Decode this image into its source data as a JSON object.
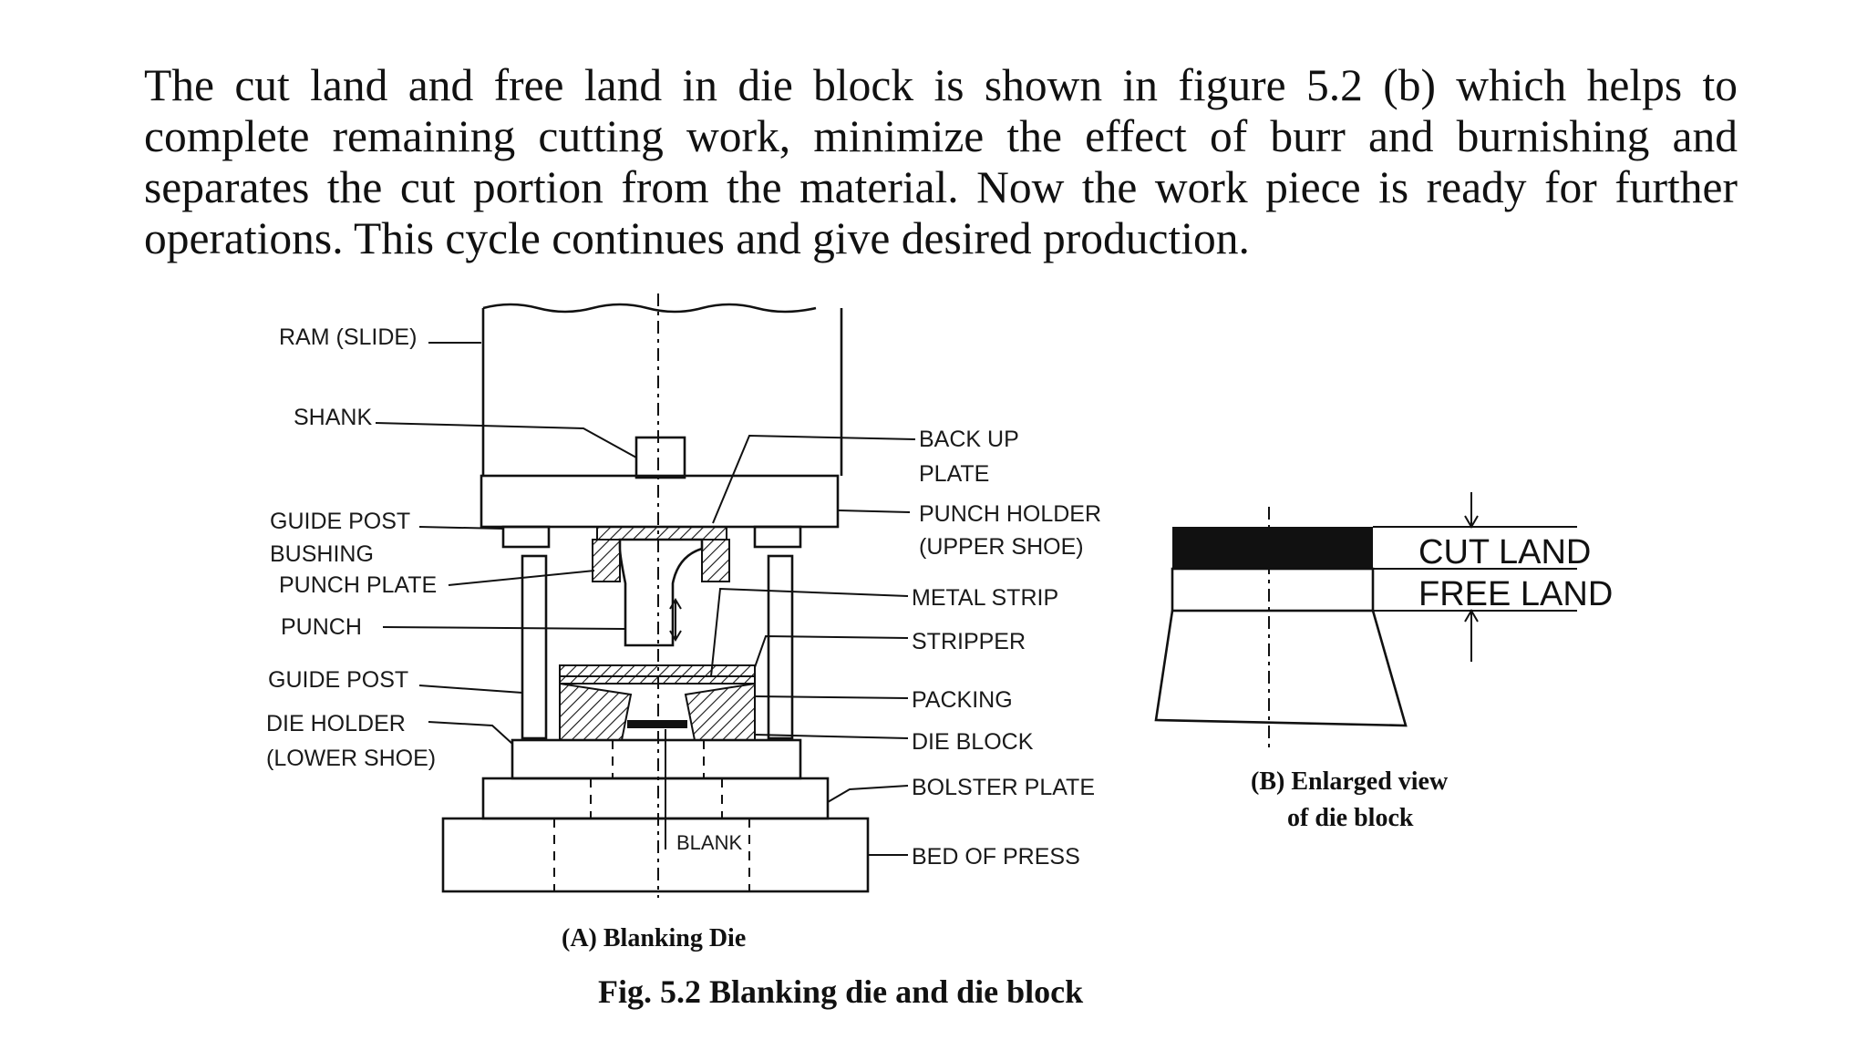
{
  "paragraph": "The cut land and free land in die block is shown in figure 5.2 (b) which helps to complete remaining cutting work, minimize the effect of burr and burnishing and separates the cut portion from the material. Now the work piece is ready for further operations. This cycle continues and give desired production.",
  "figure_a": {
    "labels": {
      "ram": "RAM (SLIDE)",
      "shank": "SHANK",
      "guide_post_bushing_1": "GUIDE POST",
      "guide_post_bushing_2": "BUSHING",
      "punch_plate": "PUNCH PLATE",
      "punch": "PUNCH",
      "guide_post": "GUIDE POST",
      "die_holder_1": "DIE HOLDER",
      "die_holder_2": "(LOWER SHOE)",
      "back_up_1": "BACK UP",
      "back_up_2": "PLATE",
      "punch_holder_1": "PUNCH HOLDER",
      "punch_holder_2": "(UPPER SHOE)",
      "metal_strip": "METAL STRIP",
      "stripper": "STRIPPER",
      "packing": "PACKING",
      "die_block": "DIE BLOCK",
      "bolster_plate": "BOLSTER PLATE",
      "bed_of_press": "BED OF PRESS",
      "blank": "BLANK"
    },
    "caption": "(A) Blanking Die"
  },
  "figure_b": {
    "cut_land": "CUT LAND",
    "free_land": "FREE LAND",
    "caption_1": "(B) Enlarged view",
    "caption_2": "of die block"
  },
  "figure_caption": "Fig. 5.2 Blanking die and die block"
}
